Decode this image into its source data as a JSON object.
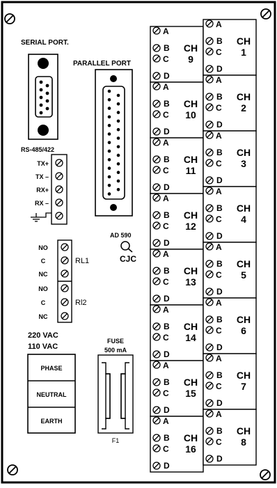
{
  "serial": {
    "title": "SERIAL PORT."
  },
  "parallel": {
    "title": "PARALLEL PORT"
  },
  "rs485": {
    "title": "RS-485/422",
    "pins": [
      {
        "label": "TX+"
      },
      {
        "label": "TX –"
      },
      {
        "label": "RX+"
      },
      {
        "label": "RX –"
      },
      {
        "label": ""
      }
    ]
  },
  "cjc": {
    "top": "AD 590",
    "label": "CJC"
  },
  "relays": {
    "rows": [
      "NO",
      "C",
      "NC",
      "NO",
      "C",
      "NC"
    ],
    "rl1": "RL1",
    "rl2": "Rl2"
  },
  "power": {
    "voltage1": "220 VAC",
    "voltage2": "110 VAC",
    "phase": "PHASE",
    "neutral": "NEUTRAL",
    "earth": "EARTH"
  },
  "fuse": {
    "title1": "FUSE",
    "title2": "500 mA",
    "ref": "F1"
  },
  "channels": {
    "ch_word": "CH",
    "pins": [
      "A",
      "B",
      "C",
      "D"
    ],
    "left": [
      {
        "num": "9"
      },
      {
        "num": "10"
      },
      {
        "num": "11"
      },
      {
        "num": "12"
      },
      {
        "num": "13"
      },
      {
        "num": "14"
      },
      {
        "num": "15"
      },
      {
        "num": "16"
      }
    ],
    "right": [
      {
        "num": "1"
      },
      {
        "num": "2"
      },
      {
        "num": "3"
      },
      {
        "num": "4"
      },
      {
        "num": "5"
      },
      {
        "num": "6"
      },
      {
        "num": "7"
      },
      {
        "num": "8"
      }
    ]
  }
}
